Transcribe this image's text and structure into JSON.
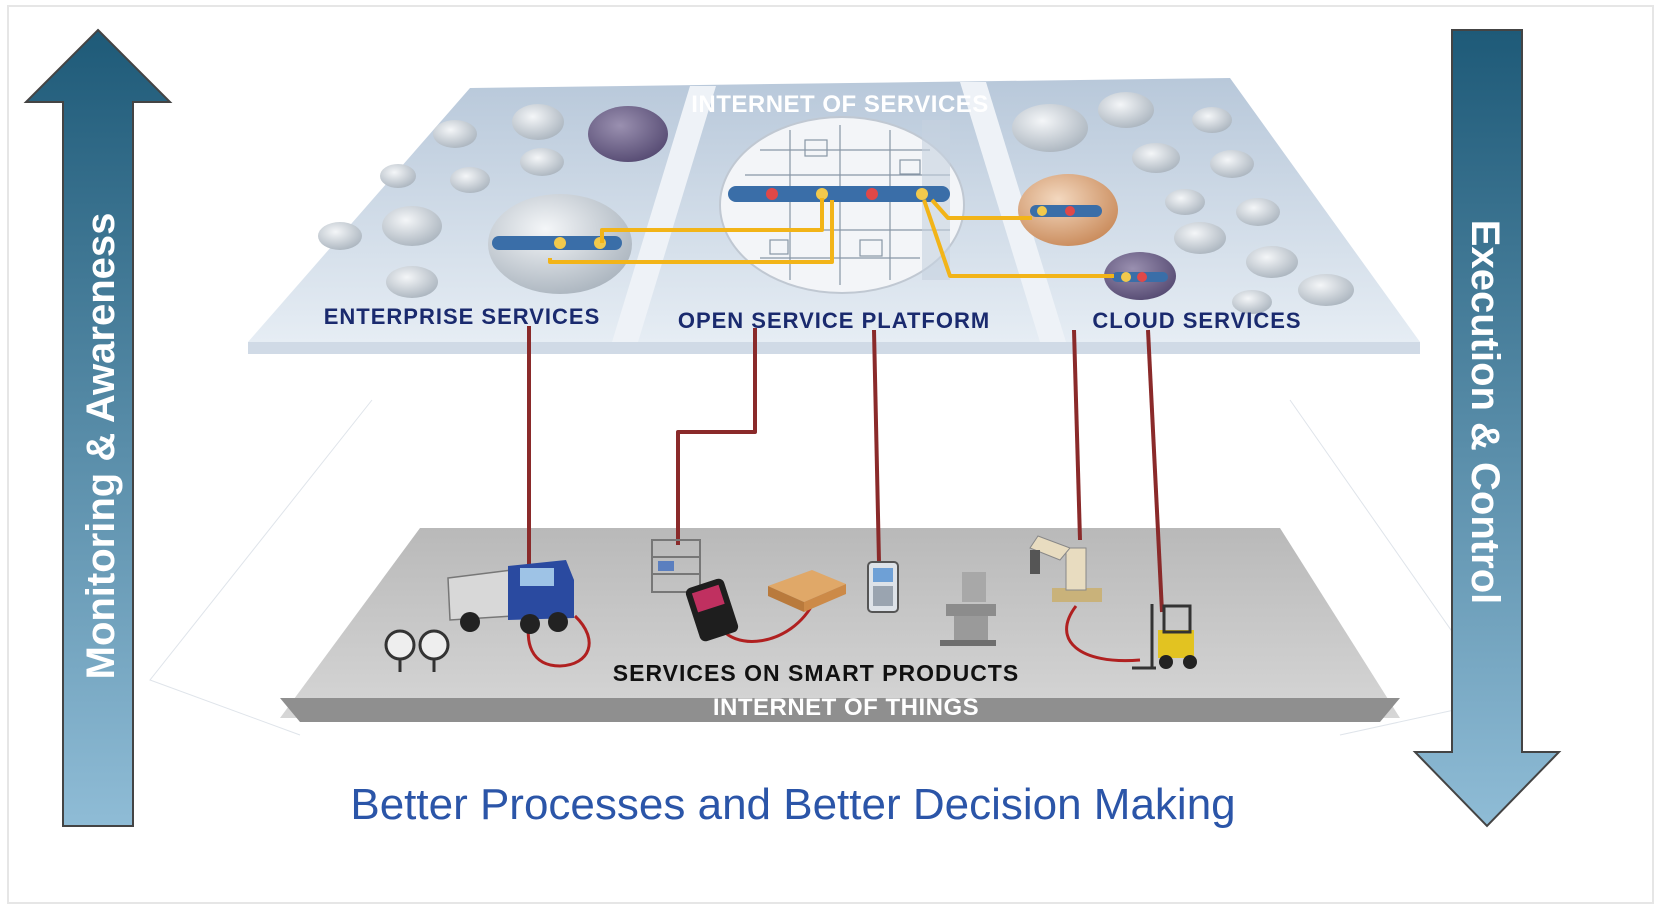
{
  "labels": {
    "internet_of_services": "INTERNET OF SERVICES",
    "enterprise_services": "ENTERPRISE SERVICES",
    "open_service_platform": "OPEN SERVICE PLATFORM",
    "cloud_services": "CLOUD SERVICES",
    "services_on_smart_products": "SERVICES ON SMART PRODUCTS",
    "internet_of_things": "INTERNET OF THINGS",
    "left_arrow": "Monitoring & Awareness",
    "right_arrow": "Execution & Control",
    "bottom_caption": "Better Processes and Better Decision Making"
  },
  "colors": {
    "arrow_top": "#1e5a78",
    "arrow_bottom": "#8fbcd6",
    "platform": "#c9d6e4",
    "floor": "#c4c4c4",
    "connector": "#8a2a2a",
    "link": "#f2b418",
    "caption": "#2b55a8",
    "label_dark": "#1a2a6e"
  },
  "icons": [
    "gauge-icon",
    "truck-icon",
    "shelf-icon",
    "smartphone-icon",
    "pallet-icon",
    "mobile-phone-icon",
    "milling-machine-icon",
    "robot-arm-icon",
    "forklift-icon"
  ]
}
